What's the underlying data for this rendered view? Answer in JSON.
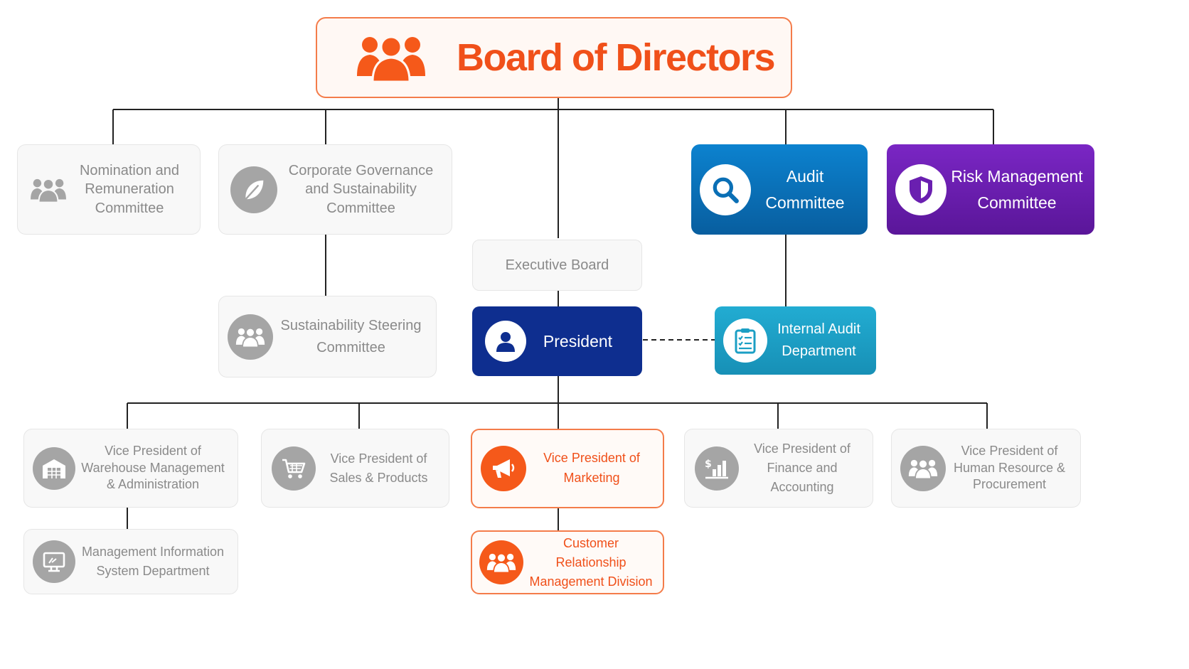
{
  "board": {
    "title": "Board of Directors",
    "icon": "people-group-icon"
  },
  "committees": {
    "nomination": {
      "label": "Nomination and Remuneration Committee",
      "icon": "people-group-icon"
    },
    "governance": {
      "label": "Corporate Governance and Sustainability Committee",
      "icon": "leaf-icon"
    },
    "audit": {
      "label": "Audit Committee",
      "icon": "search-icon"
    },
    "risk": {
      "label": "Risk Management Committee",
      "icon": "shield-icon"
    },
    "sustainability_steering": {
      "label": "Sustainability Steering Committee",
      "icon": "people-group-icon"
    }
  },
  "executive_board": {
    "label": "Executive Board"
  },
  "president": {
    "label": "President",
    "icon": "person-icon"
  },
  "internal_audit": {
    "label": "Internal Audit Department",
    "icon": "clipboard-checklist-icon"
  },
  "vice_presidents": {
    "warehouse": {
      "label": "Vice President of Warehouse Management & Administration",
      "icon": "warehouse-icon"
    },
    "sales": {
      "label": "Vice President of Sales & Products",
      "icon": "shopping-cart-icon"
    },
    "marketing": {
      "label": "Vice President of Marketing",
      "icon": "megaphone-icon"
    },
    "finance": {
      "label": "Vice President of Finance and Accounting",
      "icon": "finance-chart-icon"
    },
    "hr": {
      "label": "Vice President of Human Resource & Procurement",
      "icon": "people-group-icon"
    }
  },
  "departments": {
    "mis": {
      "label": "Management Information System Department",
      "icon": "monitor-icon"
    },
    "crm": {
      "label": "Customer Relationship Management Division",
      "icon": "people-group-icon"
    }
  },
  "colors": {
    "accent_orange": "#f5591a",
    "audit_blue": "#0a6fb5",
    "risk_purple": "#6a1fb0",
    "president_navy": "#0e2e8f",
    "internal_audit_teal": "#1b9fc4",
    "muted_gray": "#a5a5a5",
    "connector": "#222222"
  }
}
